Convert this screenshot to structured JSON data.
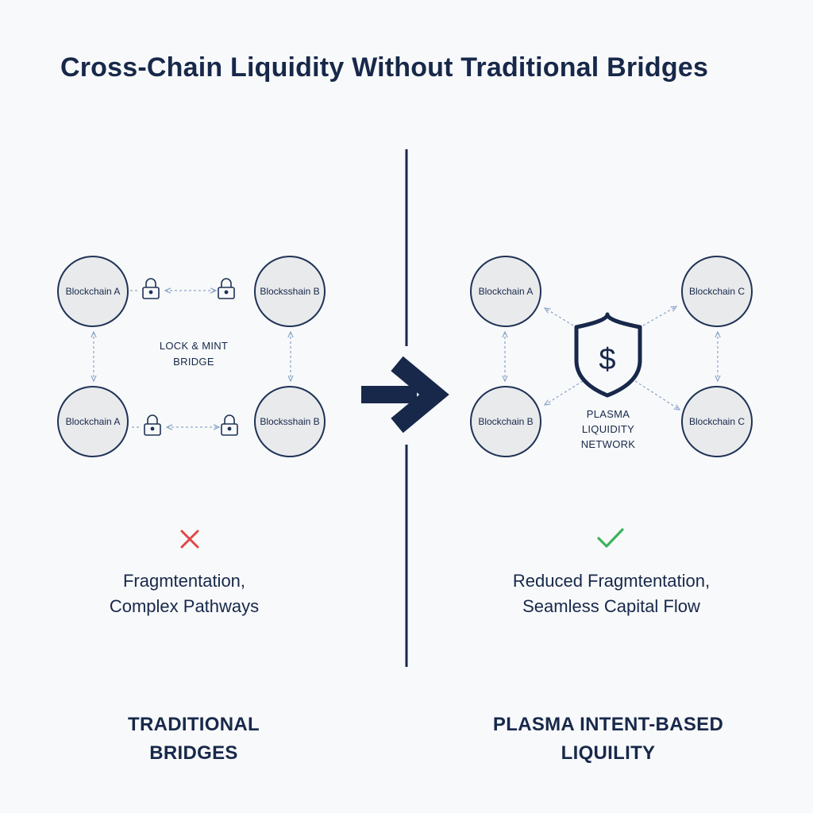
{
  "title": "Cross-Chain Liquidity Without Traditional Bridges",
  "left": {
    "nodes": [
      "Blockchain A",
      "Blocksshain B",
      "Blockchain A",
      "Blocksshain B"
    ],
    "center_label": [
      "LOCK & MINT",
      "BRIDGE"
    ],
    "status_icon": "cross-icon",
    "status_color": "#e04848",
    "description": [
      "Fragmtentation,",
      "Complex Pathways"
    ],
    "footer": [
      "TRADITIONAL",
      "BRIDGES"
    ]
  },
  "right": {
    "nodes": [
      "Blockchain A",
      "Blockchain C",
      "Blockchain B",
      "Blockchain C"
    ],
    "center_label": [
      "PLASMA",
      "LIQUIDITY",
      "NETWORK"
    ],
    "center_icon": "shield-dollar-icon",
    "status_icon": "check-icon",
    "status_color": "#3cb35c",
    "description": [
      "Reduced Fragmtentation,",
      "Seamless Capital Flow"
    ],
    "footer": [
      "PLASMA INTENT-BASED",
      "LIQUILITY"
    ]
  },
  "colors": {
    "navy": "#17284a",
    "arrow_dashed": "#8ea8cc",
    "node_fill": "#e9eaec",
    "background": "#f8f9fa"
  }
}
